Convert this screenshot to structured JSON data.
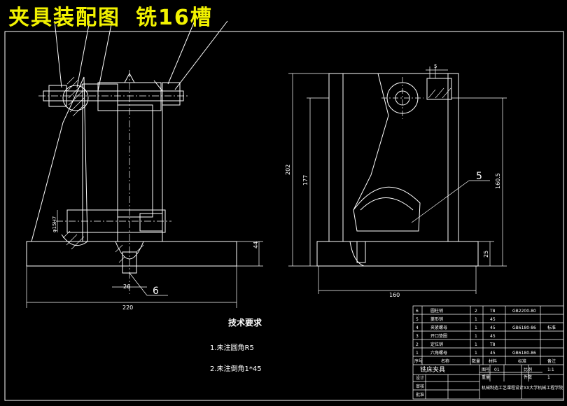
{
  "title": {
    "main": "夹具装配图",
    "sub": "铣16槽"
  },
  "dimensions": {
    "d220": "220",
    "d26": "26",
    "d15": "φ15H7",
    "d44": "44",
    "d202": "202",
    "d177": "177",
    "d1605": "160.5",
    "d25": "25",
    "d160": "160",
    "d5": "5"
  },
  "callouts": {
    "c6": "6",
    "c5": "5"
  },
  "tech": {
    "heading": "技术要求",
    "item1": "1.未注圆角R5",
    "item2": "2.未注倒角1*45"
  },
  "titleblock": {
    "drawing_name": "铣床夹具",
    "parts": [
      [
        "6",
        "圆柱销",
        "2",
        "T8",
        "GB2200-80",
        ""
      ],
      [
        "5",
        "菱形销",
        "1",
        "45",
        "",
        ""
      ],
      [
        "4",
        "夹紧螺母",
        "1",
        "45",
        "GB6180-86",
        "标准"
      ],
      [
        "3",
        "开口垫圈",
        "1",
        "45",
        "",
        ""
      ],
      [
        "2",
        "定位销",
        "1",
        "T8",
        "",
        ""
      ],
      [
        "1",
        "六角螺母",
        "1",
        "45",
        "GB6180-86",
        ""
      ]
    ],
    "header": [
      "序号",
      "名称",
      "数量",
      "材料",
      "标准",
      "备注"
    ],
    "scale_label": "比例",
    "scale_value": "1:1",
    "qty_label": "件数",
    "qty_value": "1",
    "fig_label": "图号",
    "fig_value": "01",
    "weight_label": "重量",
    "weight_value": "",
    "design": "设计",
    "check": "审核",
    "approve": "批准",
    "school": "机械制造工艺课程设计",
    "unit": "XX大学机械工程学院"
  }
}
